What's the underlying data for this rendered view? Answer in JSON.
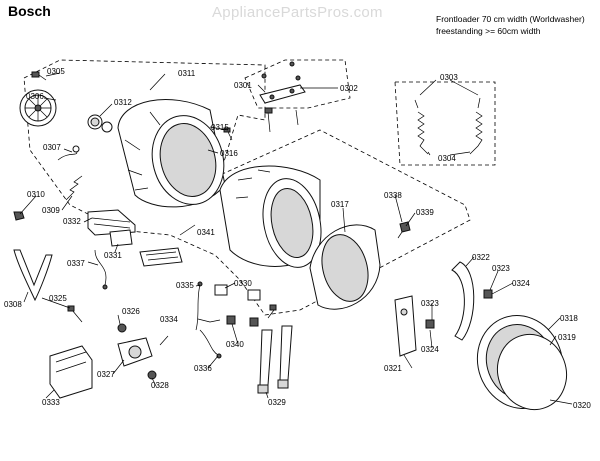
{
  "header": {
    "brand": "Bosch",
    "watermark": "AppliancePartsPros.com",
    "description_line1": "Frontloader 70 cm width (Worldwasher)",
    "description_line2": "freestanding >= 60cm width"
  },
  "labels": {
    "p0301": "0301",
    "p0302": "0302",
    "p0303": "0303",
    "p0304": "0304",
    "p0305": "0305",
    "p0306": "0306",
    "p0307": "0307",
    "p0308": "0308",
    "p0309": "0309",
    "p0310": "0310",
    "p0311": "0311",
    "p0312": "0312",
    "p0315": "0315",
    "p0316": "0316",
    "p0317": "0317",
    "p0318": "0318",
    "p0319": "0319",
    "p0320": "0320",
    "p0321": "0321",
    "p0322": "0322",
    "p0323a": "0323",
    "p0323b": "0323",
    "p0324a": "0324",
    "p0324b": "0324",
    "p0325": "0325",
    "p0326": "0326",
    "p0327": "0327",
    "p0328": "0328",
    "p0329": "0329",
    "p0330": "0330",
    "p0331": "0331",
    "p0332": "0332",
    "p0333": "0333",
    "p0334": "0334",
    "p0335": "0335",
    "p0336": "0336",
    "p0337": "0337",
    "p0338": "0338",
    "p0339": "0339",
    "p0340": "0340",
    "p0341": "0341"
  }
}
